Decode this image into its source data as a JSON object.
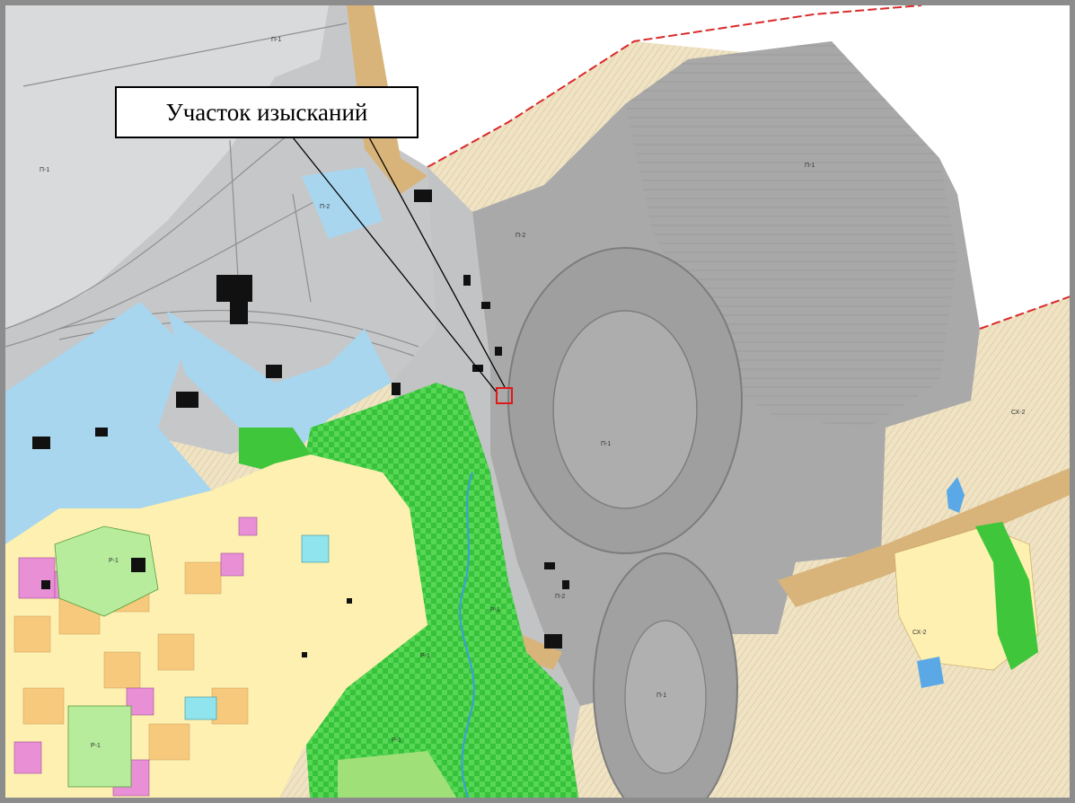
{
  "callout": {
    "label": "Участок изысканий"
  },
  "colors": {
    "industrial": "#b9bcbf",
    "quarry": "#a9a9a9",
    "water_industry": "#a8d6ef",
    "residential_low": "#fdf0b0",
    "residential_mid": "#f7c97c",
    "public": "#e88fd6",
    "green": "#3fc63a",
    "recreation_light": "#b6ec9c",
    "agriculture": "#e7d6b0",
    "roads": "#d8b47a",
    "boundary": "#d92a2a",
    "marker": "#e01818"
  },
  "icons": [
    "callout-pointer",
    "site-marker-square"
  ]
}
